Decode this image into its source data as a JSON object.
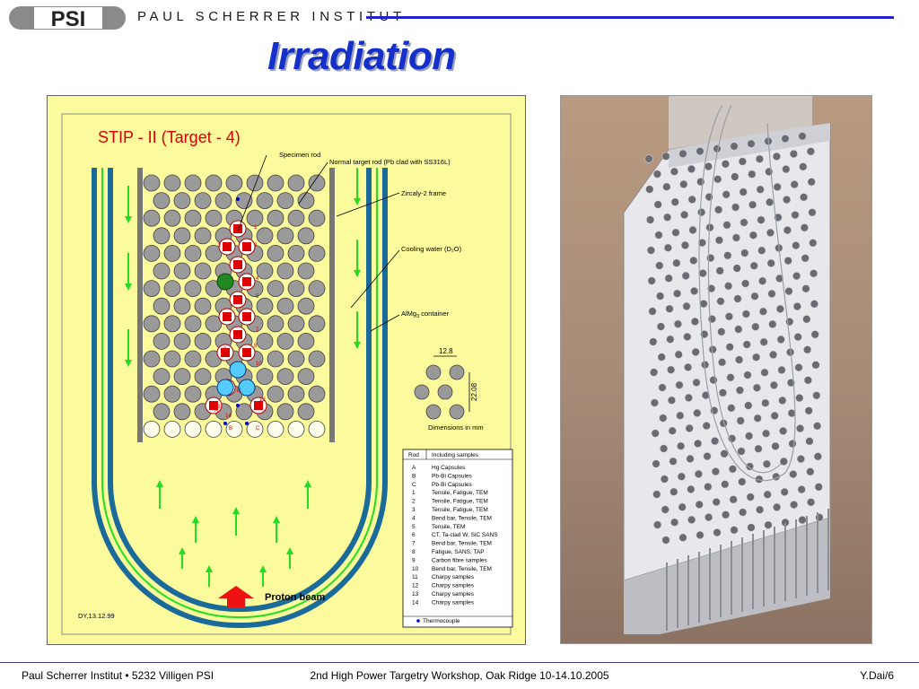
{
  "header": {
    "institute": "PAUL SCHERRER INSTITUT",
    "logo_text": "PSI"
  },
  "slide": {
    "title": "Irradiation"
  },
  "diagram": {
    "title": "STIP - II (Target - 4)",
    "labels": {
      "specimen_rod": "Specimen rod",
      "normal_rod": "Normal target rod (Pb clad with SS316L)",
      "frame": "Zircaly-2 frame",
      "cooling": "Cooling water (D₂O)",
      "container_prefix": "AlMg",
      "container_sub": "3",
      "container_suffix": " container",
      "dim_a": "12.8",
      "dim_b": "22.08",
      "dim_note": "Dimensions in mm",
      "proton": "Proton beam",
      "stamp": "DY,13.12.99"
    },
    "rod_marks": [
      "14",
      "13",
      "12",
      "11",
      "10",
      "9",
      "8",
      "7",
      "6",
      "5",
      "4",
      "3",
      "2",
      "1",
      "A",
      "B",
      "C"
    ],
    "table": {
      "headers": [
        "Rod",
        "Including  samples"
      ],
      "rows": [
        [
          "A",
          "Hg Capsules"
        ],
        [
          "B",
          "Pb-Bi Capsules"
        ],
        [
          "C",
          "Pb-Bi Capsules"
        ],
        [
          "1",
          "Tensile, Fatigue, TEM"
        ],
        [
          "2",
          "Tensile, Fatigue, TEM"
        ],
        [
          "3",
          "Tensile, Fatigue, TEM"
        ],
        [
          "4",
          "Bend bar, Tensile, TEM"
        ],
        [
          "5",
          "Tensile, TEM"
        ],
        [
          "6",
          "CT, Ta-clad W, SiC SANS"
        ],
        [
          "7",
          "Bend bar, Tensile, TEM"
        ],
        [
          "8",
          "Fatigue, SANS, TAP"
        ],
        [
          "9",
          "Carbon fibre samples"
        ],
        [
          "10",
          "Bend bar, Tensile, TEM"
        ],
        [
          "11",
          "Charpy samples"
        ],
        [
          "12",
          "Charpy samples"
        ],
        [
          "13",
          "Charpy samples"
        ],
        [
          "14",
          "Charpy samples"
        ]
      ],
      "legend": "Thermocouple"
    }
  },
  "footer": {
    "left": "Paul Scherrer Institut • 5232 Villigen PSI",
    "center": "2nd High Power Targetry Workshop, Oak Ridge 10-14.10.2005",
    "right": "Y.Dai/6"
  },
  "colors": {
    "title": "#1530c8",
    "panel": "#fbfb9e",
    "water": "#22dd22",
    "container": "#1a6a9a",
    "red": "#dd0000"
  }
}
